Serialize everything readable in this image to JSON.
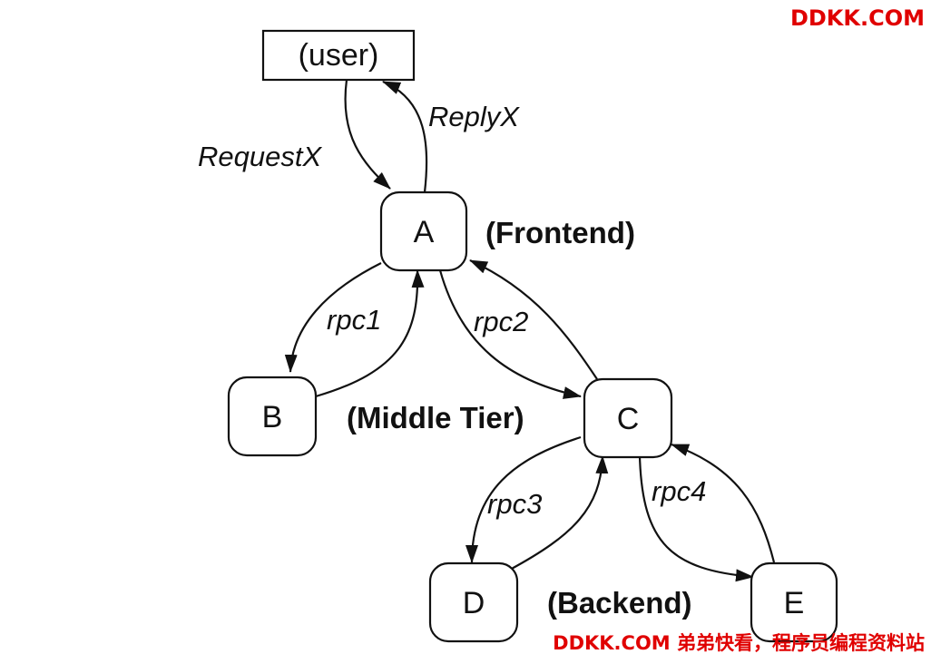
{
  "nodes": {
    "user": "(user)",
    "a": "A",
    "b": "B",
    "c": "C",
    "d": "D",
    "e": "E"
  },
  "edges": {
    "request": "RequestX",
    "reply": "ReplyX",
    "rpc1": "rpc1",
    "rpc2": "rpc2",
    "rpc3": "rpc3",
    "rpc4": "rpc4"
  },
  "tiers": {
    "frontend": "(Frontend)",
    "middle": "(Middle Tier)",
    "backend": "(Backend)"
  },
  "watermark": {
    "top": "DDKK.COM",
    "bottom": "DDKK.COM 弟弟快看，程序员编程资料站"
  },
  "colors": {
    "line": "#111111",
    "watermark": "#e00000"
  }
}
